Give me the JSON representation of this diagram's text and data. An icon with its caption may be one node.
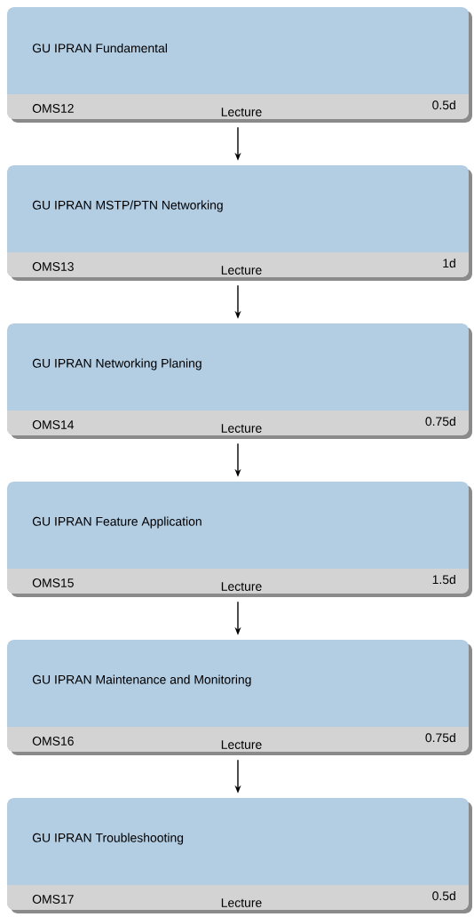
{
  "diagram": {
    "nodes": [
      {
        "text": [
          "GU IPRAN Fundamental",
          "OMS12",
          "Lecture",
          "0.5d"
        ]
      },
      {
        "text": [
          "GU IPRAN MSTP/PTN Networking",
          "OMS13",
          "Lecture",
          "1d"
        ]
      },
      {
        "text": [
          "GU IPRAN Networking Planing",
          "OMS14",
          "Lecture",
          "0.75d"
        ]
      },
      {
        "text": [
          "GU IPRAN   Feature Application",
          "OMS15",
          "Lecture",
          "1.5d"
        ]
      },
      {
        "text": [
          "GU IPRAN Maintenance and Monitoring",
          "OMS16",
          "Lecture",
          "0.75d"
        ]
      },
      {
        "text": [
          "GU IPRAN Troubleshooting",
          "OMS17",
          "Lecture",
          "0.5d"
        ]
      }
    ],
    "edges": [
      {
        "from": 0,
        "to": 1,
        "arrow": "to"
      },
      {
        "from": 1,
        "to": 2,
        "arrow": "to"
      },
      {
        "from": 2,
        "to": 3,
        "arrow": "to"
      },
      {
        "from": 3,
        "to": 4,
        "arrow": "to"
      },
      {
        "from": 4,
        "to": 5,
        "arrow": "to"
      }
    ]
  }
}
